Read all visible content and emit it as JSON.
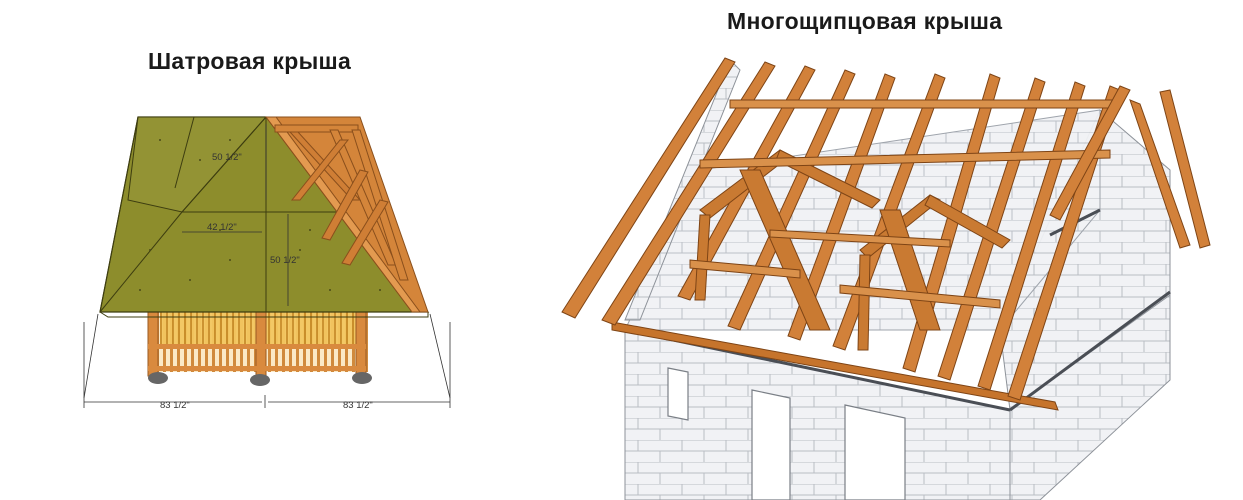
{
  "titles": {
    "hip_roof": "Шатровая крыша",
    "multi_gable_roof": "Многощипцовая крыша"
  },
  "dimensions": {
    "hip_slope_upper": "50 1/2\"",
    "hip_half_width": "42 1/2\"",
    "hip_slope_lower": "50 1/2\"",
    "base_left": "83 1/2\"",
    "base_right": "83 1/2\""
  },
  "colors": {
    "sheathing": "#8a8a2e",
    "timber": "#c8762f",
    "block": "#eef0f3",
    "slat": "#e8b44a"
  }
}
